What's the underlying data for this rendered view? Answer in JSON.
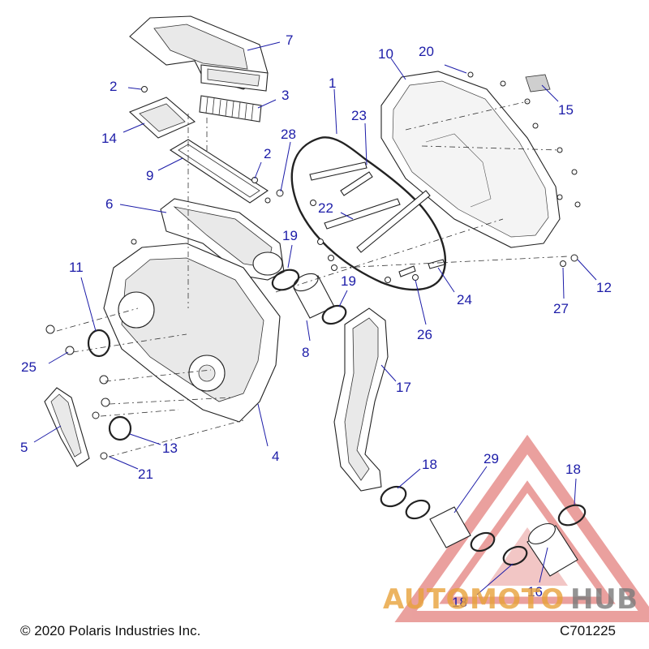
{
  "callouts": [
    {
      "id": "c1",
      "text": "1"
    },
    {
      "id": "c2a",
      "text": "2"
    },
    {
      "id": "c2b",
      "text": "2"
    },
    {
      "id": "c3",
      "text": "3"
    },
    {
      "id": "c4",
      "text": "4"
    },
    {
      "id": "c5",
      "text": "5"
    },
    {
      "id": "c6",
      "text": "6"
    },
    {
      "id": "c7",
      "text": "7"
    },
    {
      "id": "c8",
      "text": "8"
    },
    {
      "id": "c9",
      "text": "9"
    },
    {
      "id": "c10",
      "text": "10"
    },
    {
      "id": "c11",
      "text": "11"
    },
    {
      "id": "c12",
      "text": "12"
    },
    {
      "id": "c13",
      "text": "13"
    },
    {
      "id": "c14",
      "text": "14"
    },
    {
      "id": "c15",
      "text": "15"
    },
    {
      "id": "c16",
      "text": "16"
    },
    {
      "id": "c17",
      "text": "17"
    },
    {
      "id": "c18a",
      "text": "18"
    },
    {
      "id": "c18b",
      "text": "18"
    },
    {
      "id": "c18c",
      "text": "18"
    },
    {
      "id": "c19a",
      "text": "19"
    },
    {
      "id": "c19b",
      "text": "19"
    },
    {
      "id": "c20",
      "text": "20"
    },
    {
      "id": "c21",
      "text": "21"
    },
    {
      "id": "c22",
      "text": "22"
    },
    {
      "id": "c23",
      "text": "23"
    },
    {
      "id": "c24",
      "text": "24"
    },
    {
      "id": "c25",
      "text": "25"
    },
    {
      "id": "c26",
      "text": "26"
    },
    {
      "id": "c27",
      "text": "27"
    },
    {
      "id": "c28",
      "text": "28"
    },
    {
      "id": "c29",
      "text": "29"
    }
  ],
  "footer": {
    "copyright": "© 2020 Polaris Industries Inc.",
    "diagram_code": "C701225"
  },
  "watermark": {
    "text_auto": "AUTOMOTO",
    "text_hub": "HUB",
    "accent_color": "#e8a23a",
    "triangle_color": "#d9534f",
    "hub_color": "#7a7a7a"
  },
  "colors": {
    "callout": "#1c1ca8",
    "line_art": "#222222"
  }
}
